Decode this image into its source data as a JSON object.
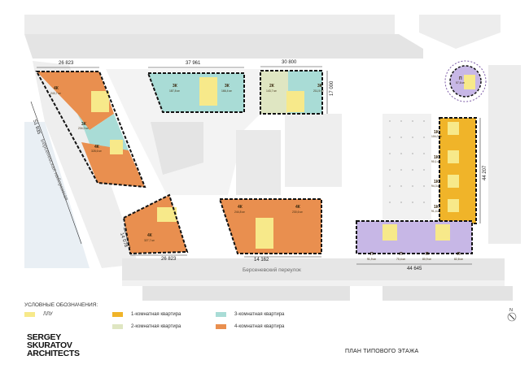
{
  "dimensions": {
    "top_left": "26 823",
    "top_mid": "37 961",
    "top_right": "30 800",
    "right_short": "17 000",
    "left_side": "51 935",
    "left_bottom": "14 078",
    "bottom_left": "26 823",
    "bottom_mid": "14 162",
    "right_long": "44 207",
    "bottom_right": "44 645"
  },
  "streets": {
    "embankment": "Берсеневская набережная",
    "lane": "Берсеневский переулок"
  },
  "units": [
    {
      "type": "4К",
      "area": "243,7 м²"
    },
    {
      "type": "3К",
      "area": "234,0 м²"
    },
    {
      "type": "4К",
      "area": "328,6 м²"
    },
    {
      "type": "3К",
      "area": "187,8 м²"
    },
    {
      "type": "3К",
      "area": "166,4 м²"
    },
    {
      "type": "2К",
      "area": "143,7 м²"
    },
    {
      "type": "3К",
      "area": "211,5 м²"
    },
    {
      "type": "4К",
      "area": "327,7 м²"
    },
    {
      "type": "4К",
      "area": "244,8 м²"
    },
    {
      "type": "4К",
      "area": "230,6 м²"
    },
    {
      "type": "П",
      "area": "57,6 м²"
    },
    {
      "type": "1К",
      "area": "104,0 м²"
    },
    {
      "type": "1К",
      "area": "90,1 м²"
    },
    {
      "type": "1К",
      "area": "94,3 м²"
    },
    {
      "type": "1К",
      "area": "91,4 м²"
    },
    {
      "type": "П",
      "area": "91,9 м²"
    },
    {
      "type": "П",
      "area": "70,4 м²"
    },
    {
      "type": "П",
      "area": "80,9 м²"
    },
    {
      "type": "П",
      "area": "82,8 м²"
    }
  ],
  "legend": {
    "title": "УСЛОВНЫЕ ОБОЗНАЧЕНИЯ:",
    "items": [
      {
        "label": "ЛЛУ",
        "color": "#f7e98a"
      },
      {
        "label": "1-комнатная квартира",
        "color": "#f0b429"
      },
      {
        "label": "2-комнатная квартира",
        "color": "#dfe6c2"
      },
      {
        "label": "3-комнатная квартира",
        "color": "#a9dcd6"
      },
      {
        "label": "4-комнатная квартира",
        "color": "#e98f4f"
      }
    ]
  },
  "colors": {
    "one_room": "#f0b429",
    "two_room": "#dfe6c2",
    "three_room": "#a9dcd6",
    "four_room": "#e98f4f",
    "penthouse": "#c7b7e6",
    "core": "#f7e98a"
  },
  "logo": [
    "SERGEY",
    "SKURATOV",
    "ARCHITECTS"
  ],
  "caption": "ПЛАН ТИПОВОГО ЭТАЖА",
  "north_label": "N"
}
